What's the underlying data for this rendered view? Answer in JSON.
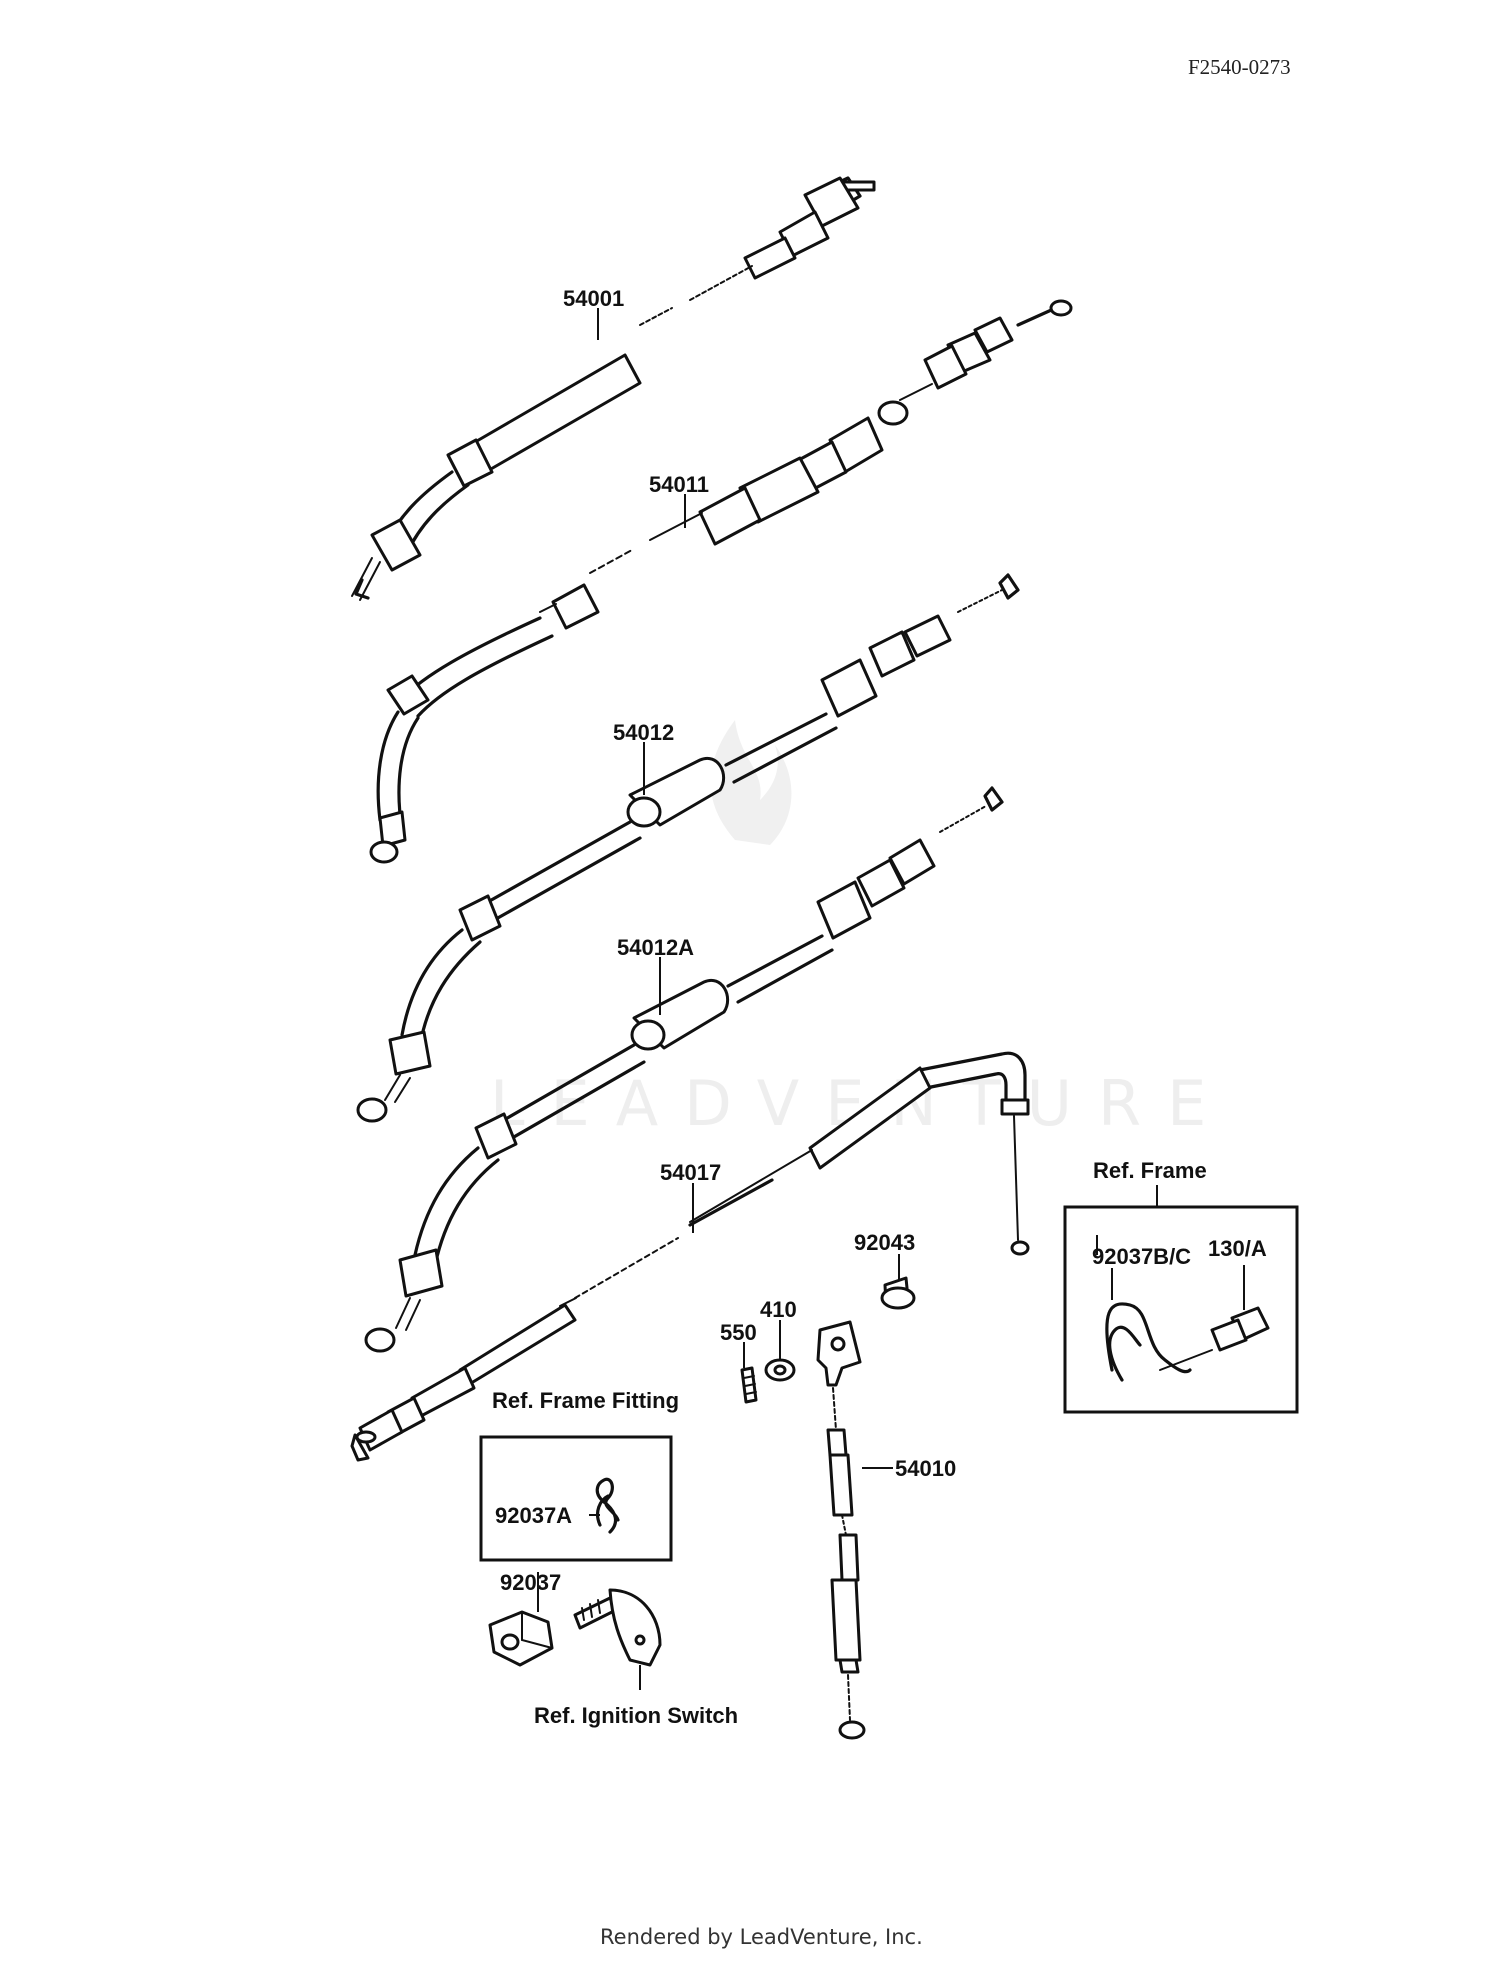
{
  "doc_code": "F2540-0273",
  "footer": "Rendered by LeadVenture, Inc.",
  "watermark": "LEADVENTURE",
  "parts": {
    "p54001": "54001",
    "p54011": "54011",
    "p54012": "54012",
    "p54012A": "54012A",
    "p54017": "54017",
    "p92043": "92043",
    "p410": "410",
    "p550": "550",
    "p54010": "54010",
    "p92037BC": "92037B/C",
    "p130A": "130/A",
    "p92037A": "92037A",
    "p92037": "92037"
  },
  "refs": {
    "frame": "Ref. Frame",
    "frame_fitting": "Ref. Frame Fitting",
    "ignition_switch": "Ref. Ignition Switch"
  }
}
